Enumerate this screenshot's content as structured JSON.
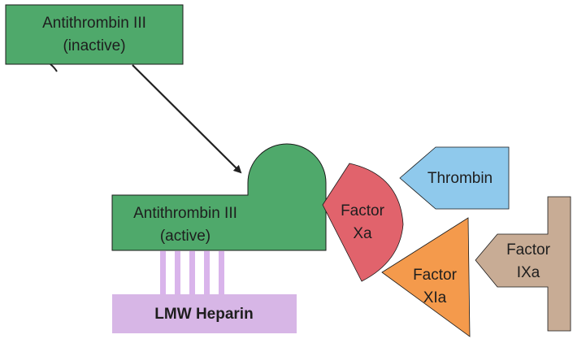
{
  "nodes": {
    "antithrombin_inactive": {
      "line1": "Antithrombin III",
      "line2": "(inactive)",
      "fill": "#4fa96b"
    },
    "antithrombin_active": {
      "line1": "Antithrombin III",
      "line2": "(active)",
      "fill": "#4fa96b"
    },
    "lmw_heparin": {
      "label": "LMW Heparin",
      "fill": "#d7b6e6",
      "link_color": "#d9b4eb"
    },
    "factor_xa": {
      "line1": "Factor",
      "line2": "Xa",
      "fill": "#e1636c"
    },
    "thrombin": {
      "label": "Thrombin",
      "fill": "#8fc9ec"
    },
    "factor_xia": {
      "line1": "Factor",
      "line2": "XIa",
      "fill": "#f49a4c"
    },
    "factor_ixa": {
      "line1": "Factor",
      "line2": "IXa",
      "fill": "#c8ac95"
    }
  },
  "colors": {
    "outline": "#1a1a1a",
    "arrow": "#222222",
    "text": "#1e1e1e"
  }
}
